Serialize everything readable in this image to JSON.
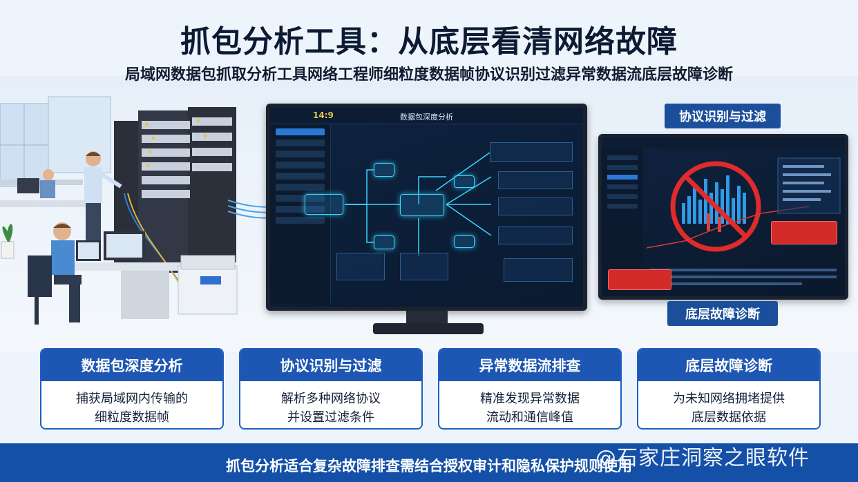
{
  "header": {
    "title": "抓包分析工具：从底层看清网络故障",
    "subtitle": "局域网数据包抓取分析工具网络工程师细粒度数据帧协议识别过滤异常数据流底层故障诊断"
  },
  "main_screen": {
    "title": "数据包深度分析",
    "rate": "14:9"
  },
  "right_screen": {
    "top_tag": "协议识别与过滤",
    "bottom_tag": "底层故障诊断"
  },
  "cards": [
    {
      "title": "数据包深度分析",
      "line1": "捕获局域网内传输的",
      "line2": "细粒度数据帧"
    },
    {
      "title": "协议识别与过滤",
      "line1": "解析多种网络协议",
      "line2": "并设置过滤条件"
    },
    {
      "title": "异常数据流排查",
      "line1": "精准发现异常数据",
      "line2": "流动和通信峰值"
    },
    {
      "title": "底层故障诊断",
      "line1": "为未知网络拥堵提供",
      "line2": "底层数据依据"
    }
  ],
  "footer": {
    "text": "抓包分析适合复杂故障排查需结合授权审计和隐私保护规则使用"
  },
  "watermark": {
    "text": "@石家庄洞察之眼软件"
  },
  "colors": {
    "brand_blue": "#1d56b3",
    "footer_blue": "#1450a8",
    "alert_red": "#d32a2a",
    "glow_cyan": "#3ad6ff"
  }
}
